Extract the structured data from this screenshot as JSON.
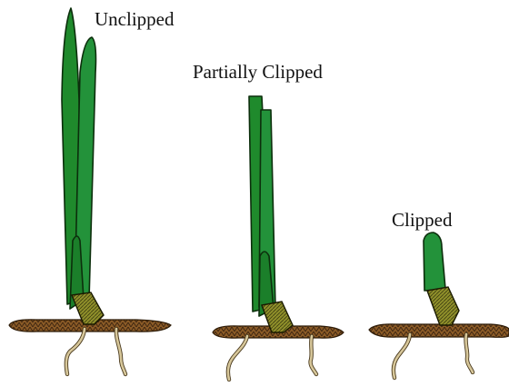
{
  "labels": {
    "unclipped": "Unclipped",
    "partially_clipped": "Partially Clipped",
    "clipped": "Clipped"
  },
  "colors": {
    "leaf_fill": "#1f8a2c",
    "leaf_outline": "#0c2e0c",
    "crown_fill": "#8f8f2a",
    "soil_fill": "#8a5a26",
    "root_stroke": "#b9a477",
    "root_outline": "#4a3a1e"
  }
}
